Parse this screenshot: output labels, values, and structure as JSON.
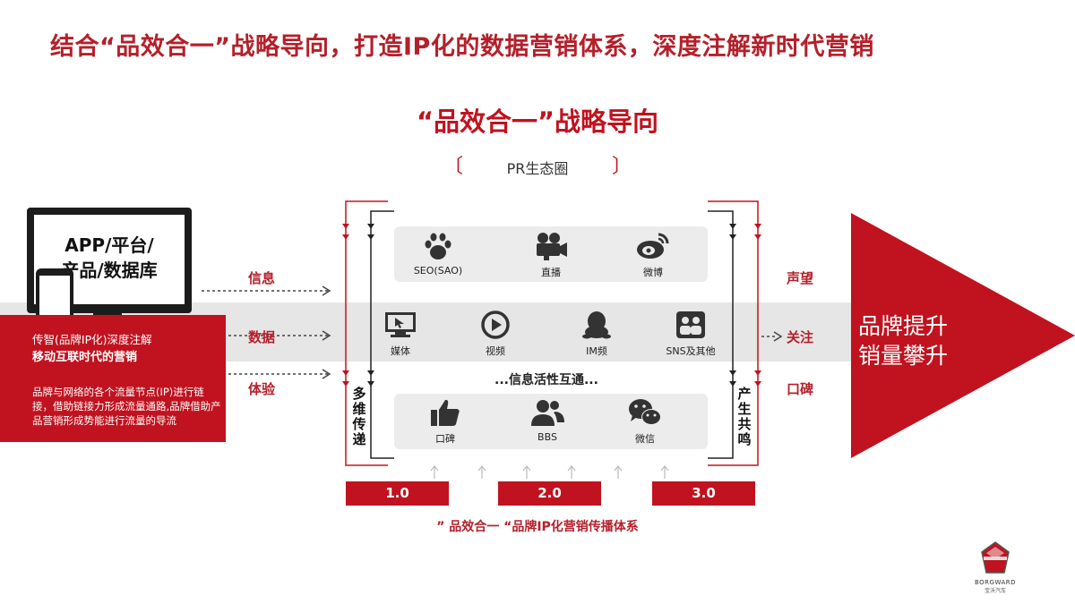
{
  "title": "结合“品效合一”战略导向，打造IP化的数据营销体系，深度注解新时代营销",
  "subtitle": "“品效合一”战略导向",
  "pr_label": "PR生态圈",
  "left_device": {
    "monitor_line1": "APP/平台/",
    "monitor_line2": "产品/数据库"
  },
  "red_box": {
    "line1": "传智(品牌IP化)深度注解",
    "line2": "移动互联时代的营销",
    "body": "品牌与网络的各个流量节点(IP)进行链接，借助链接力形成流量通路,品牌借助产品营销形成势能进行流量的导流"
  },
  "left_labels": [
    "信息",
    "数据",
    "体验"
  ],
  "right_labels": [
    "声望",
    "关注",
    "口碑"
  ],
  "top_row": [
    "SEO(SAO)",
    "直播",
    "微博"
  ],
  "mid_row": [
    "媒体",
    "视频",
    "IM频",
    "SNS及其他"
  ],
  "bottom_row": [
    "口碑",
    "BBS",
    "微信"
  ],
  "interact_text": "...信息活性互通...",
  "left_vertical": "多维传递",
  "right_vertical": "产生共鸣",
  "versions": [
    "1.0",
    "2.0",
    "3.0"
  ],
  "caption": "” 品效合一 “品牌IP化营销传播体系",
  "arrow_text_line1": "品牌提升",
  "arrow_text_line2": "销量攀升",
  "logo_text1": "BORGWARD",
  "logo_text2": "宝沃汽车",
  "colors": {
    "accent": "#c0131f",
    "band": "#e6e6e6",
    "panel": "#ececec"
  }
}
